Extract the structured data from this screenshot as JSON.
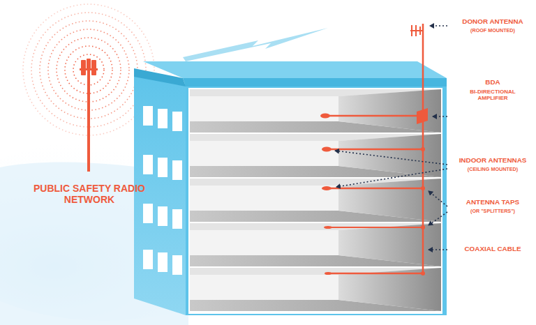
{
  "diagram": {
    "labels": [
      "PUBLIC SAFETY RADIO NETWORK",
      "DONOR ANTENNA",
      "(ROOF MOUNTED)",
      "BDA",
      "BI-DIRECTIONAL AMPLIFIER",
      "INDOOR ANTENNAS",
      "(CEILING MOUNTED)",
      "ANTENNA TAPS",
      "(OR \"SPLITTERS\")",
      "COAXIAL CABLE"
    ]
  }
}
